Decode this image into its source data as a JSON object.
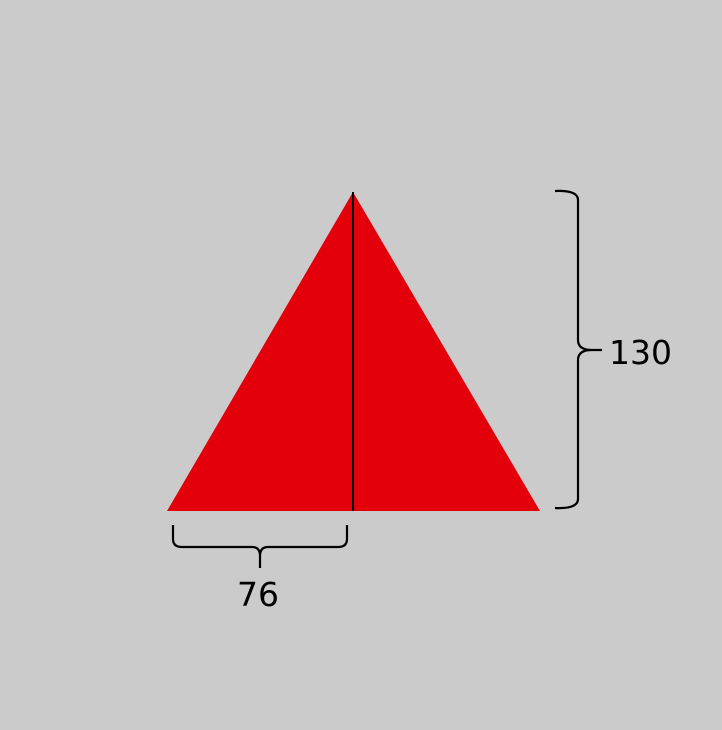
{
  "diagram": {
    "shape": "isosceles-triangle",
    "fill_color": "#e3000b",
    "background_color": "#cbcbcb",
    "line_color": "#000000",
    "half_base_label": "76",
    "height_label": "130"
  }
}
